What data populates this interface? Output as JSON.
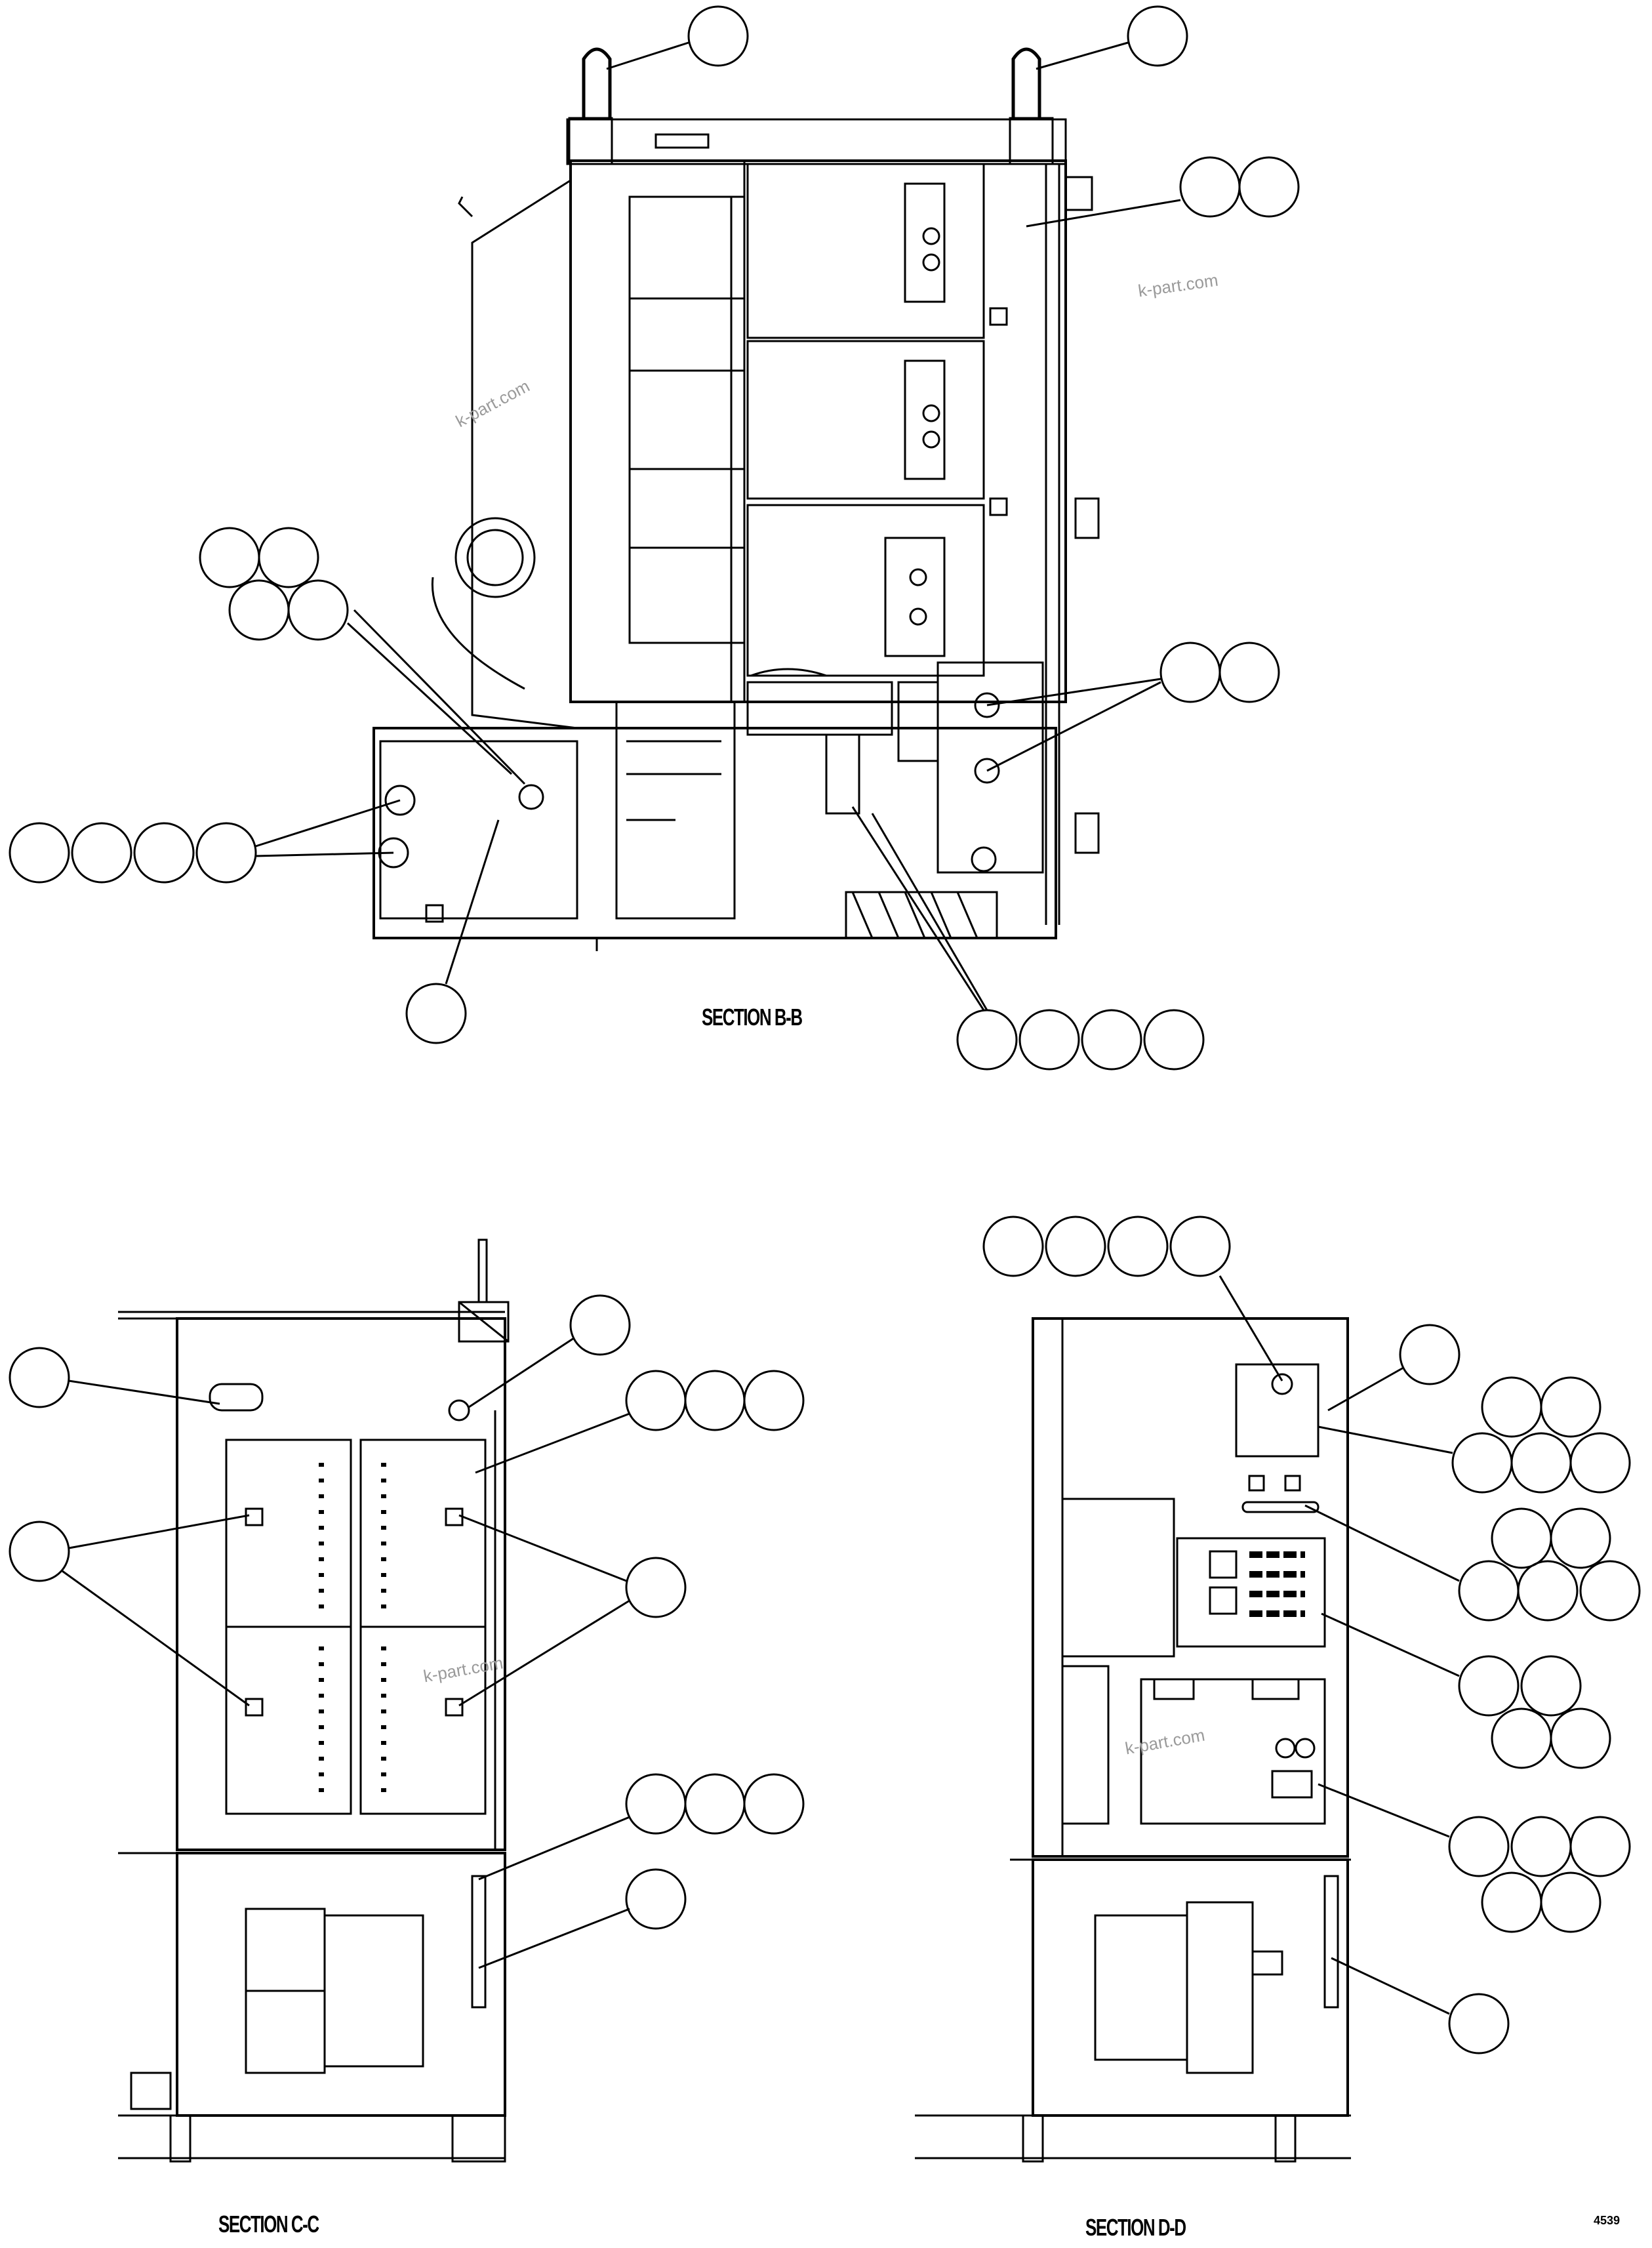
{
  "sections": {
    "b": {
      "caption": "SECTION B-B"
    },
    "c": {
      "caption": "SECTION C-C"
    },
    "d": {
      "caption": "SECTION D-D"
    }
  },
  "watermarks": [
    "k-part.com",
    "k-part.com",
    "k-part.com",
    "k-part.com"
  ],
  "page_code": "4539",
  "colors": {
    "line": "#000000",
    "paper": "#ffffff",
    "watermark": "#9a9a9a"
  }
}
